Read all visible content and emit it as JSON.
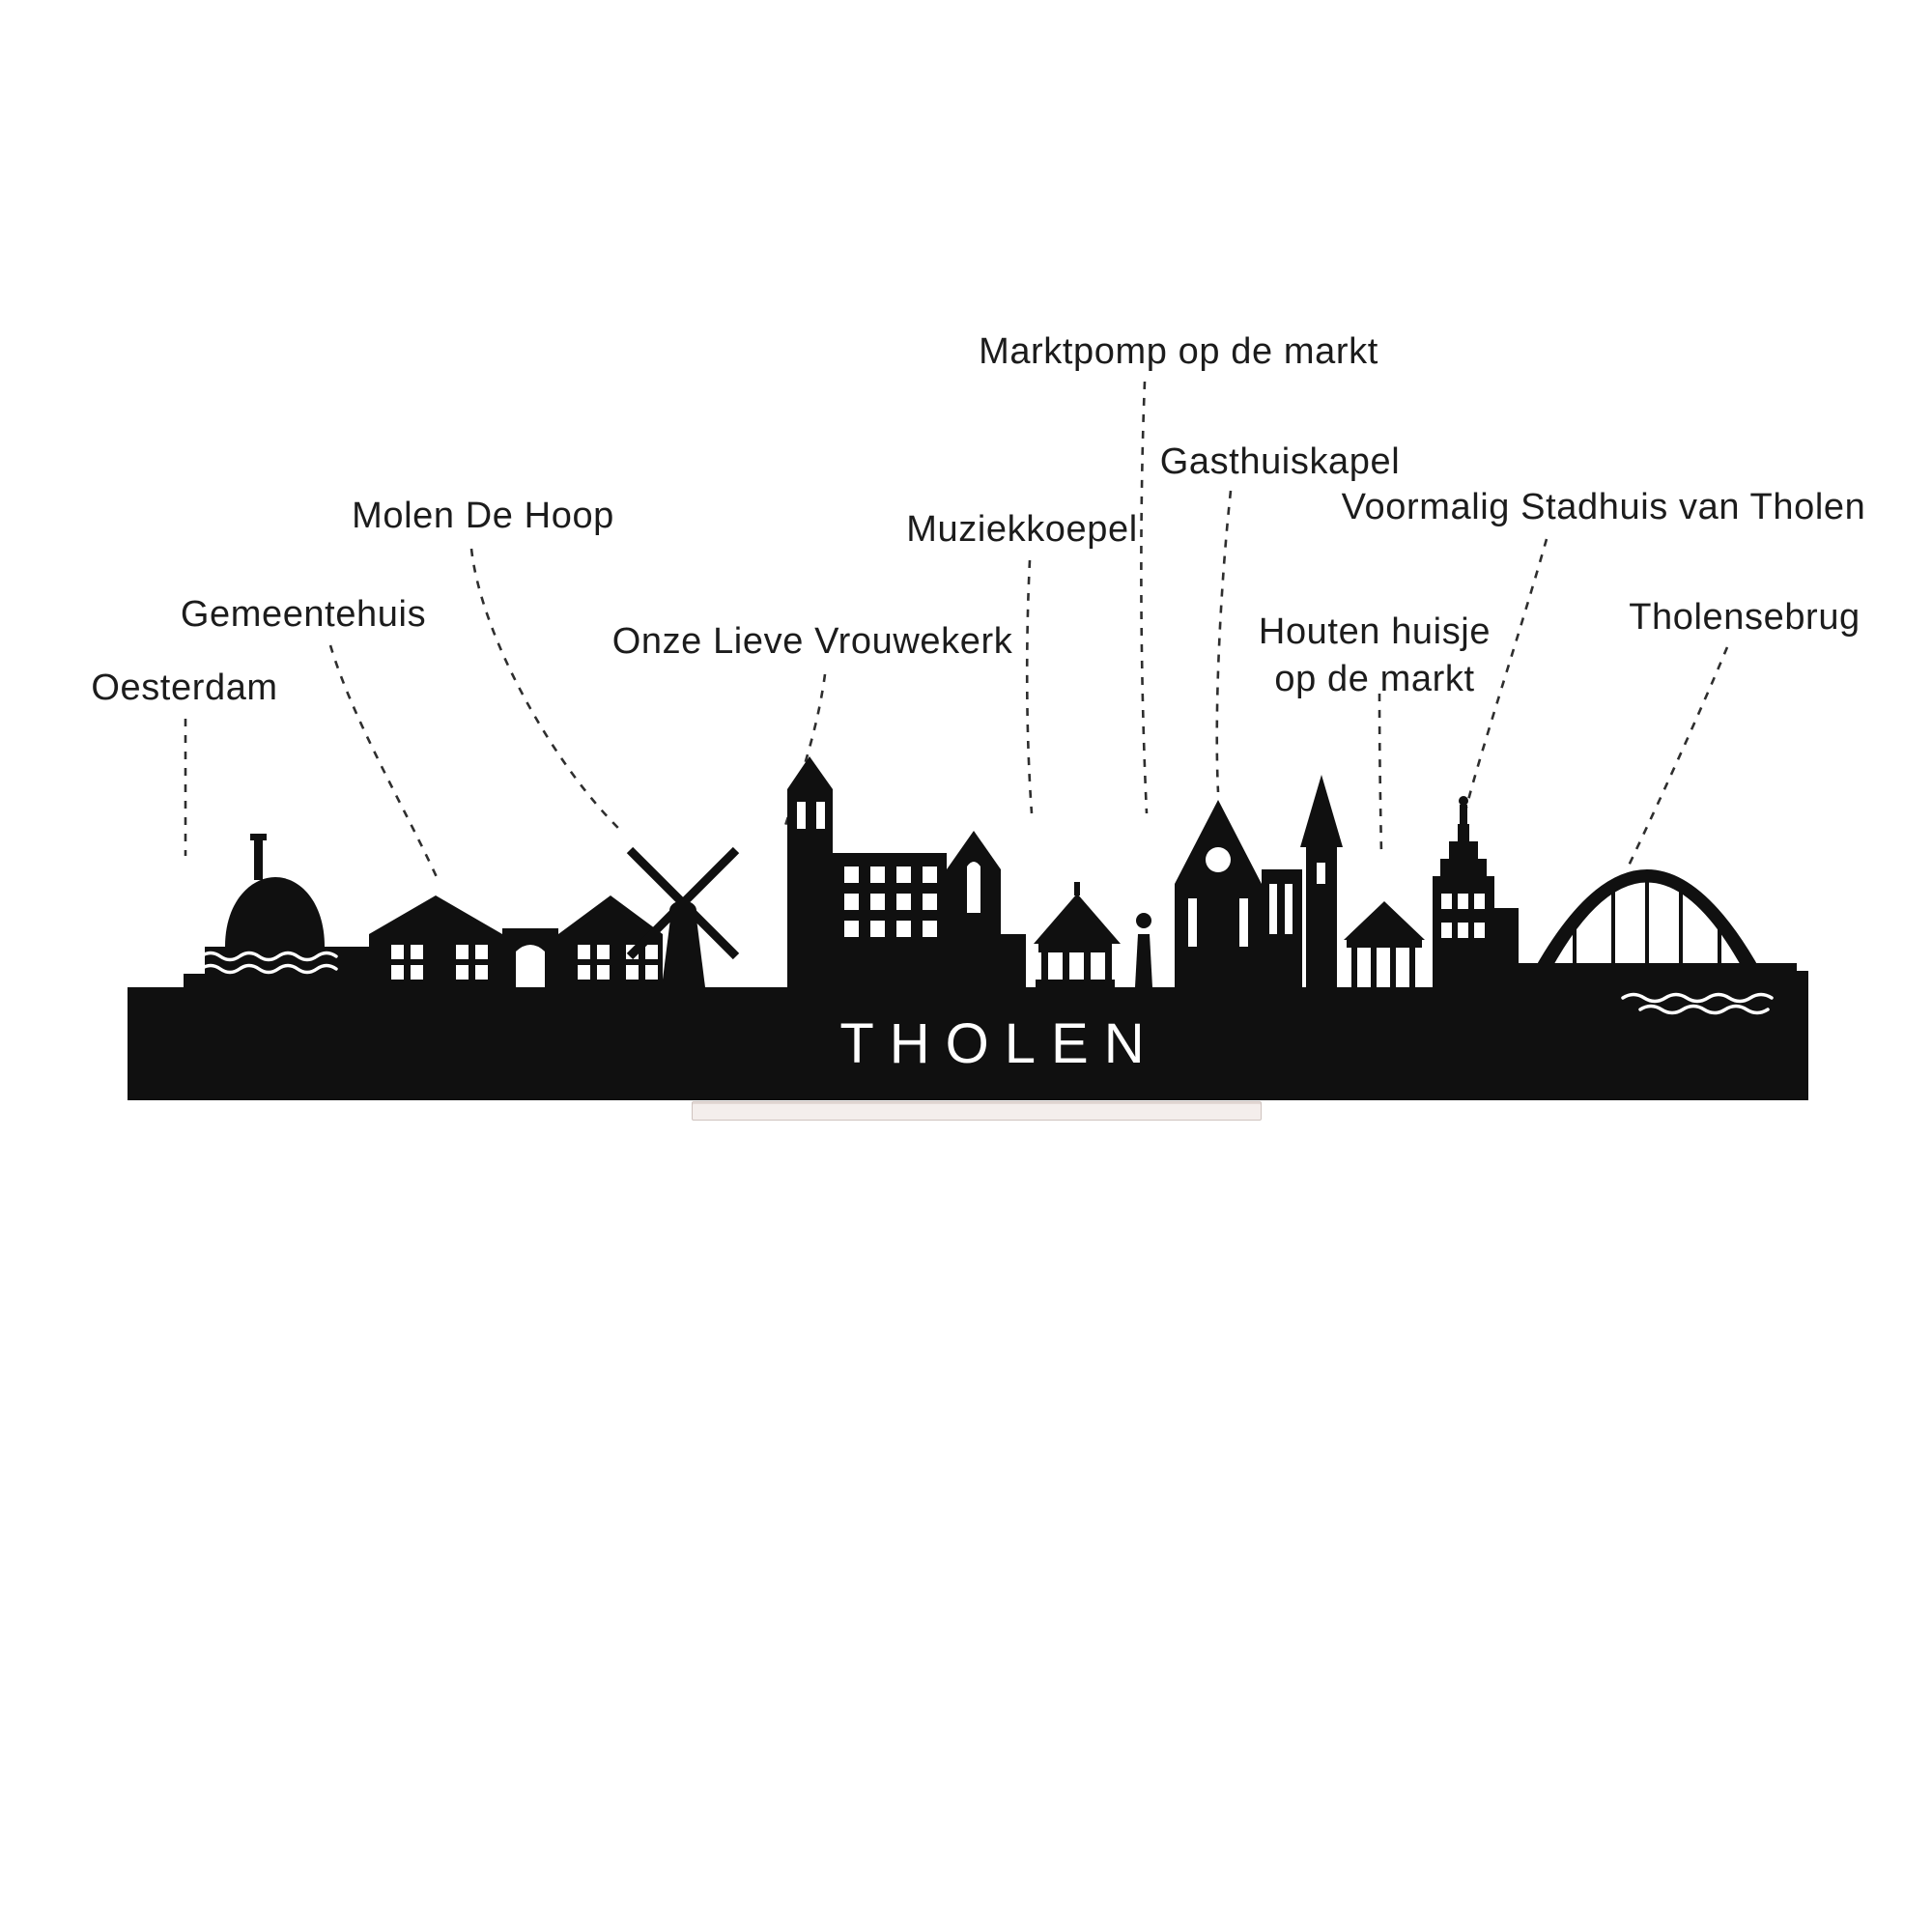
{
  "skyline": {
    "city_text": "THOLEN",
    "silhouette_color": "#101010",
    "stand_color": "#f4eeec",
    "background_color": "#ffffff",
    "label_color": "#1c1c1c"
  },
  "labels": {
    "oesterdam": "Oesterdam",
    "gemeentehuis": "Gemeentehuis",
    "molen_de_hoop": "Molen De Hoop",
    "onze_lieve_vrouwekerk": "Onze Lieve Vrouwekerk",
    "muziekkoepel": "Muziekkoepel",
    "marktpomp": "Marktpomp op de markt",
    "gasthuiskapel": "Gasthuiskapel",
    "voormalig_stadhuis": "Voormalig Stadhuis van Tholen",
    "houten_huisje_line1": "Houten huisje",
    "houten_huisje_line2": "op de markt",
    "tholensebrug": "Tholensebrug"
  }
}
